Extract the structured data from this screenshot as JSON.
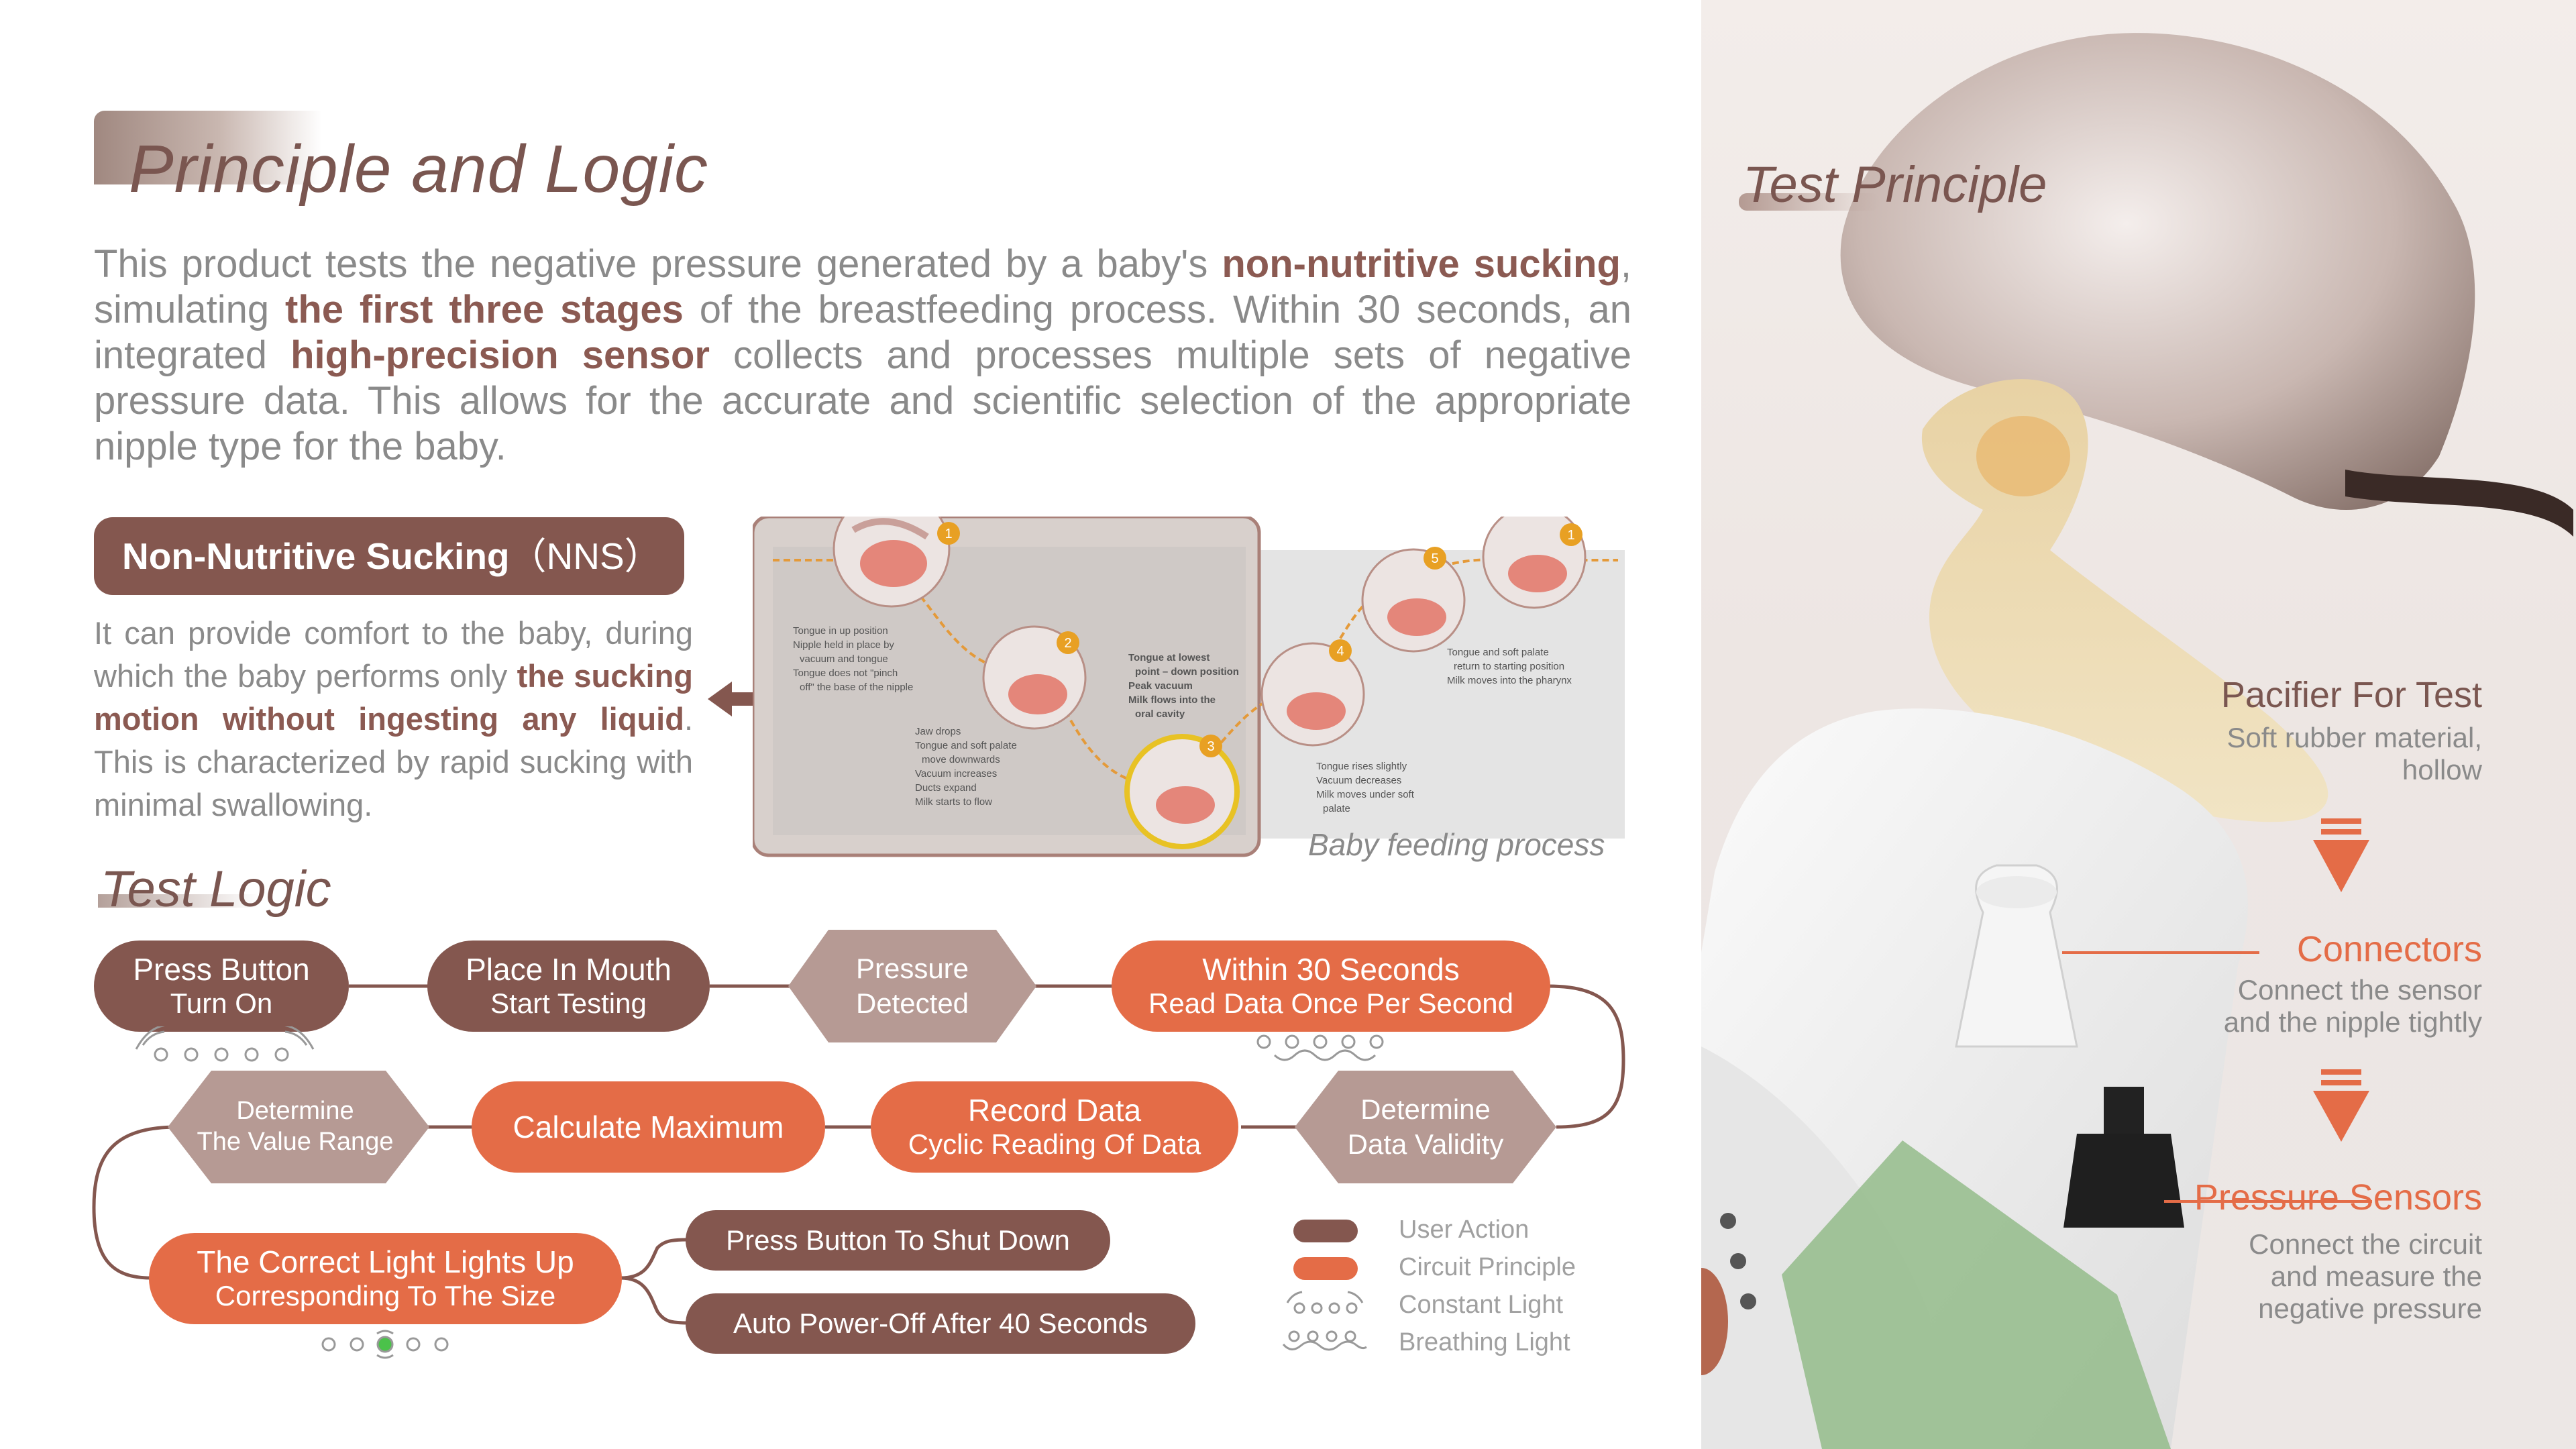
{
  "title": "Principle and Logic",
  "intro": {
    "t1": "This product tests the negative pressure generated by a baby's ",
    "b1": "non-nutritive sucking",
    "t2": ", simulating ",
    "b2": "the first three stages",
    "t3": " of the breastfeeding process. Within 30 seconds, an integrated ",
    "b3": "high-precision sensor",
    "t4": " collects and processes multiple sets of negative pressure data. This allows for the accurate and scientific selection of the appropriate nipple type for the baby."
  },
  "nns": {
    "title_bold": "Non-Nutritive Sucking",
    "title_rest": "（NNS）",
    "d1": "It can provide comfort to the baby, during which the baby performs only ",
    "d2": "the sucking motion without ingesting any liquid",
    "d3": ". This is characterized by rapid sucking with minimal swallowing."
  },
  "diagram": {
    "caption": "Baby feeding process",
    "stage_numbers": [
      "1",
      "2",
      "3",
      "4",
      "5",
      "1"
    ],
    "notes": {
      "n1": [
        "Tongue in up position",
        "Nipple held in place by",
        "vacuum and tongue",
        "Tongue does not \"pinch",
        "off\" the base of the nipple"
      ],
      "n2": [
        "Jaw drops",
        "Tongue and soft palate",
        "move downwards",
        "Vacuum increases",
        "Ducts expand",
        "Milk starts to flow"
      ],
      "n3": [
        "Tongue at lowest",
        "point – down position",
        "Peak vacuum",
        "Milk flows into the",
        "oral cavity"
      ],
      "n4": [
        "Tongue rises slightly",
        "Vacuum decreases",
        "Milk moves under soft",
        "palate"
      ],
      "n5": [
        "Tongue and soft palate",
        "return to starting position",
        "Milk moves into the pharynx"
      ]
    }
  },
  "test_logic": {
    "title": "Test Logic",
    "press_button": {
      "l1": "Press Button",
      "l2": "Turn On"
    },
    "place_in_mouth": {
      "l1": "Place In Mouth",
      "l2": "Start Testing"
    },
    "pressure_detected": {
      "l1": "Pressure",
      "l2": "Detected"
    },
    "within_30": {
      "l1": "Within 30 Seconds",
      "l2": "Read Data Once Per Second"
    },
    "determine_validity": {
      "l1": "Determine",
      "l2": "Data Validity"
    },
    "record_data": {
      "l1": "Record Data",
      "l2": "Cyclic Reading Of Data"
    },
    "calculate_max": {
      "l1": "Calculate Maximum"
    },
    "determine_range": {
      "l1": "Determine",
      "l2": "The Value Range"
    },
    "correct_light": {
      "l1": "The Correct Light Lights Up",
      "l2": "Corresponding To The Size"
    },
    "press_shut": {
      "l1": "Press Button To Shut Down"
    },
    "auto_off": {
      "l1": "Auto Power-Off After 40 Seconds"
    }
  },
  "legend": {
    "user_action": "User Action",
    "circuit_principle": "Circuit Principle",
    "constant_light": "Constant Light",
    "breathing_light": "Breathing Light"
  },
  "test_principle": {
    "title": "Test Principle",
    "pacifier": {
      "head": "Pacifier For Test",
      "desc1": "Soft rubber material,",
      "desc2": "hollow"
    },
    "connectors": {
      "head": "Connectors",
      "desc1": "Connect the sensor",
      "desc2": "and the nipple tightly"
    },
    "sensors": {
      "head": "Pressure Sensors",
      "desc1": "Connect the circuit",
      "desc2": "and measure the",
      "desc3": "negative pressure"
    }
  },
  "colors": {
    "brown": "#84574f",
    "orange": "#e46c47",
    "gray_text": "#8a8a8a"
  }
}
